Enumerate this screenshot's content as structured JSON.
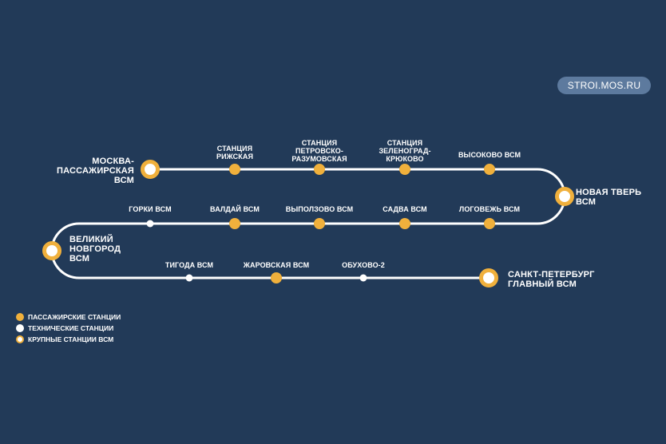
{
  "badge": "STROI.MOS.RU",
  "colors": {
    "background": "#223a58",
    "line": "#ffffff",
    "passenger": "#f0b03c",
    "technical": "#ffffff",
    "badge": "#5d7a9e"
  },
  "stations": [
    {
      "id": "moskva",
      "label": "Москва-\nпассажирская\nВСМ",
      "kind": "major"
    },
    {
      "id": "rizhskaya",
      "label": "Станция\nРижская",
      "kind": "passenger"
    },
    {
      "id": "petrovsko",
      "label": "Станция\nПетровско-\nРазумовская",
      "kind": "passenger"
    },
    {
      "id": "zelenograd",
      "label": "Станция\nЗеленоград-\nКрюково",
      "kind": "passenger"
    },
    {
      "id": "vysokovo",
      "label": "Высоково ВСМ",
      "kind": "passenger"
    },
    {
      "id": "tver",
      "label": "Новая Тверь\nВСМ",
      "kind": "major"
    },
    {
      "id": "logovezh",
      "label": "Логовежь ВСМ",
      "kind": "passenger"
    },
    {
      "id": "sadva",
      "label": "Садва ВСМ",
      "kind": "passenger"
    },
    {
      "id": "vypolzovo",
      "label": "Выползово ВСМ",
      "kind": "passenger"
    },
    {
      "id": "valday",
      "label": "Валдай ВСМ",
      "kind": "passenger"
    },
    {
      "id": "gorki",
      "label": "Горки ВСМ",
      "kind": "technical"
    },
    {
      "id": "novgorod",
      "label": "Великий\nНовгород\nВСМ",
      "kind": "major"
    },
    {
      "id": "tigoda",
      "label": "Тигода ВСМ",
      "kind": "technical"
    },
    {
      "id": "zharovskaya",
      "label": "Жаровская ВСМ",
      "kind": "passenger"
    },
    {
      "id": "obukhovo",
      "label": "Обухово-2",
      "kind": "technical"
    },
    {
      "id": "spb",
      "label": "Санкт-Петербург\nГлавный ВСМ",
      "kind": "major"
    }
  ],
  "legend": [
    {
      "kind": "passenger",
      "label": "Пассажирские станции"
    },
    {
      "kind": "technical",
      "label": "Технические станции"
    },
    {
      "kind": "major",
      "label": "Крупные станции ВСМ"
    }
  ]
}
